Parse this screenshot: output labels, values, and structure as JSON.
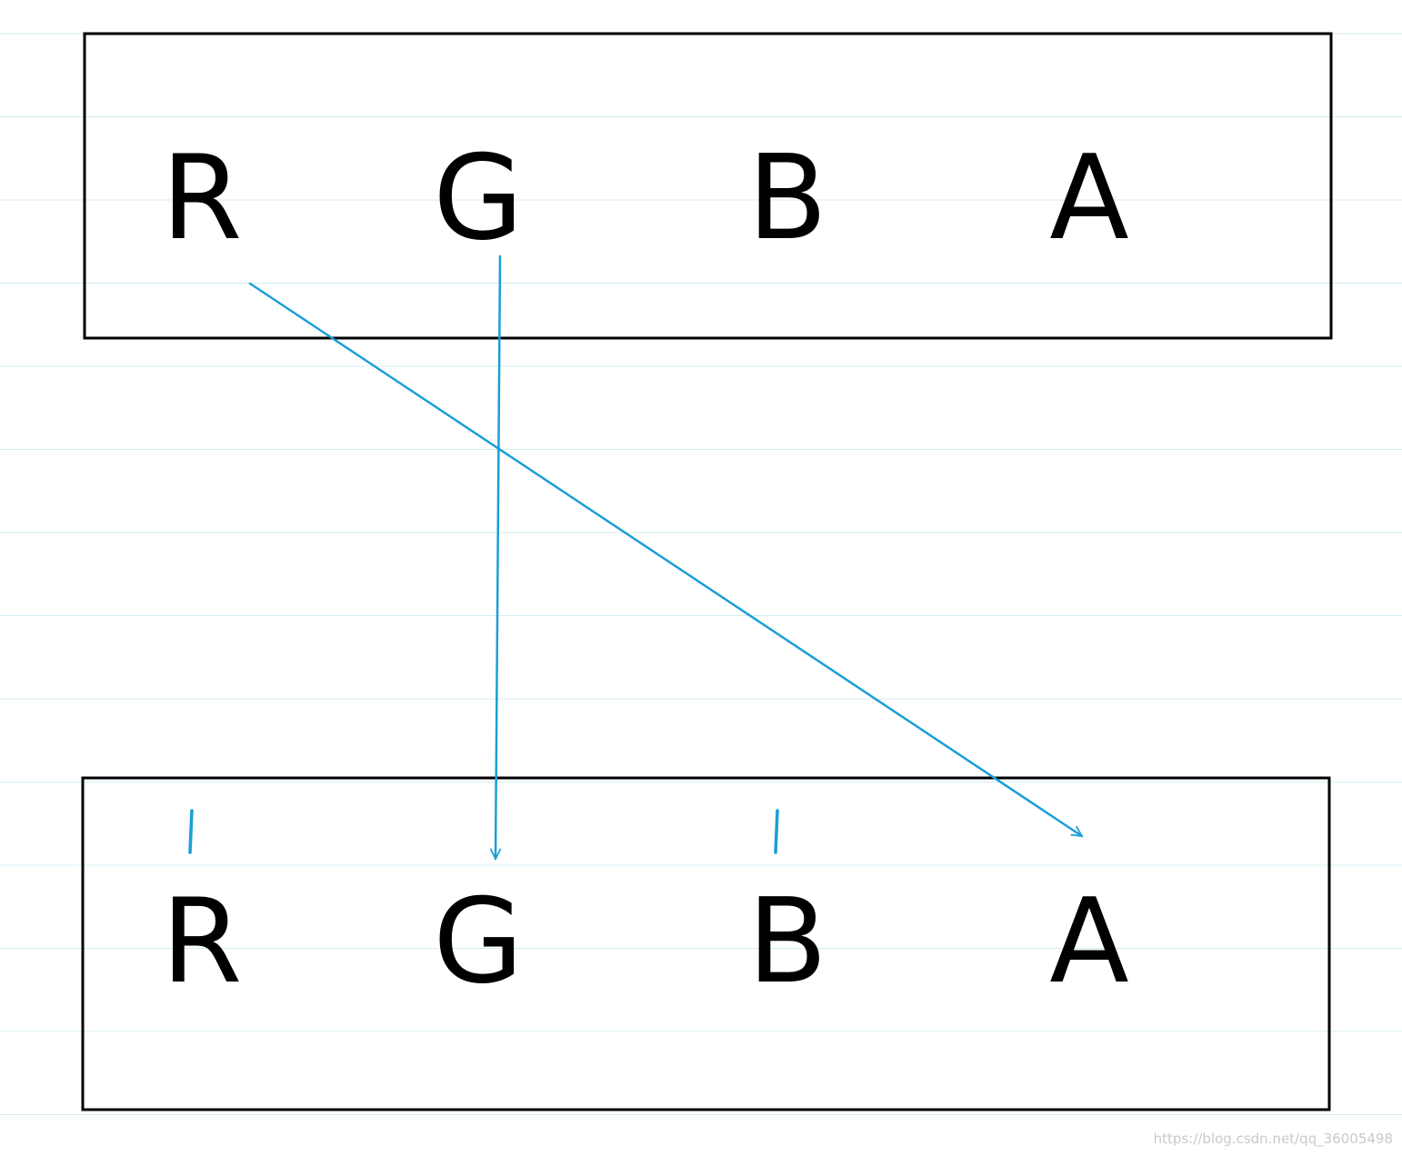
{
  "colors": {
    "ruled_line": "#d4ecf5",
    "box_stroke": "#000000",
    "label_text": "#000000",
    "arrow": "#1a9fd6"
  },
  "source_channels": [
    "R",
    "G",
    "B",
    "A"
  ],
  "target_channels": [
    "R",
    "G",
    "B",
    "A"
  ],
  "mappings": [
    {
      "from": "R",
      "to": "A"
    },
    {
      "from": "G",
      "to": "G"
    }
  ],
  "tick_marks_on_target": [
    "R",
    "B"
  ],
  "watermark": "https://blog.csdn.net/qq_36005498"
}
